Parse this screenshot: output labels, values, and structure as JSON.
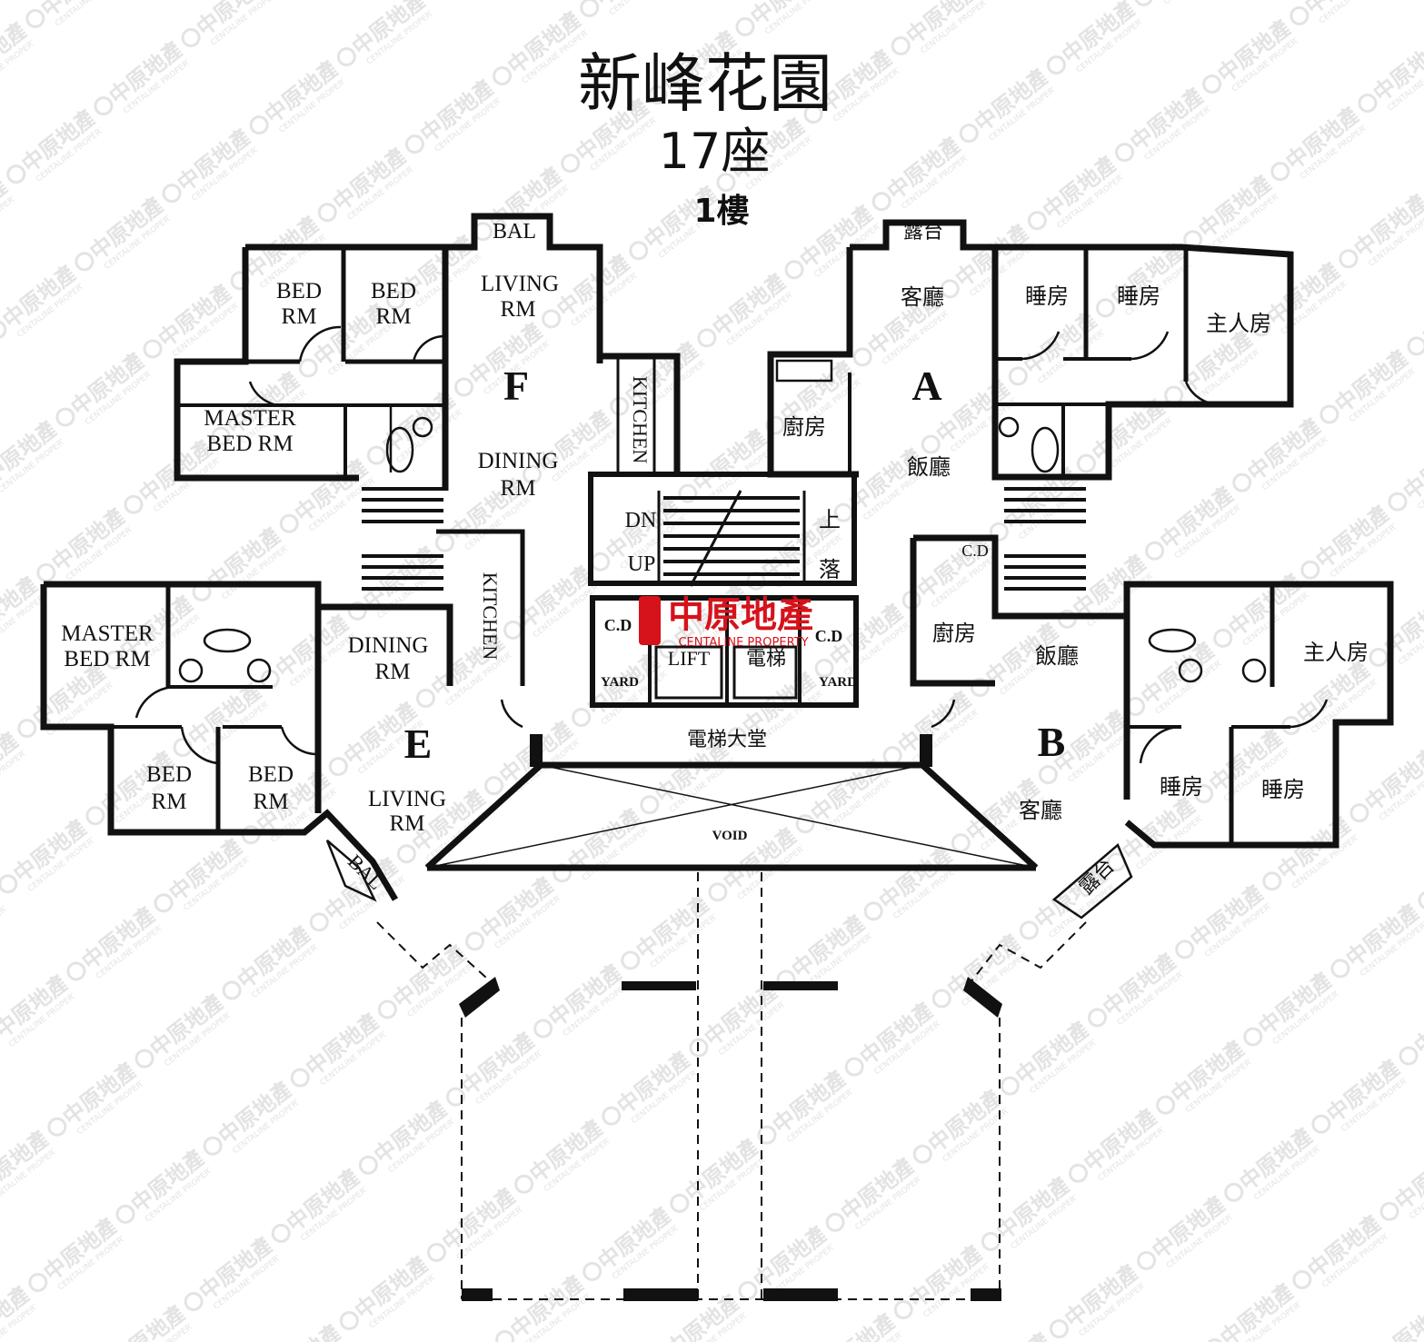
{
  "header": {
    "estate_name": "新峰花園",
    "block": "17座",
    "floor": "1樓"
  },
  "units": {
    "F": {
      "letter": "F",
      "balcony": "BAL",
      "living": [
        "LIVING",
        "RM"
      ],
      "dining": [
        "DINING",
        "RM"
      ],
      "kitchen": "KITCHEN",
      "master": [
        "MASTER",
        "BED RM"
      ],
      "bed1": [
        "BED",
        "RM"
      ],
      "bed2": [
        "BED",
        "RM"
      ]
    },
    "A": {
      "letter": "A",
      "balcony": "露台",
      "living": "客廳",
      "dining": "飯廳",
      "kitchen": "廚房",
      "master": "主人房",
      "bed1": "睡房",
      "bed2": "睡房"
    },
    "E": {
      "letter": "E",
      "balcony": "BAL",
      "living": [
        "LIVING",
        "RM"
      ],
      "dining": [
        "DINING",
        "RM"
      ],
      "kitchen": "KITCHEN",
      "master": [
        "MASTER",
        "BED RM"
      ],
      "bed1": [
        "BED",
        "RM"
      ],
      "bed2": [
        "BED",
        "RM"
      ]
    },
    "B": {
      "letter": "B",
      "balcony": "露台",
      "living": "客廳",
      "dining": "飯廳",
      "kitchen": "廚房",
      "master": "主人房",
      "bed1": "睡房",
      "bed2": "睡房"
    }
  },
  "core": {
    "stair_down": "DN",
    "stair_up": "UP",
    "stair_up_cn": "上",
    "stair_down_cn": "落",
    "lift_en": "LIFT",
    "lift_cn": "電梯",
    "yard_left": "YARD",
    "yard_right": "YARD",
    "cd_left": "C.D",
    "cd_right": "C.D",
    "cd_unit_a": "C.D",
    "lift_lobby": "電梯大堂",
    "void": "VOID"
  },
  "watermark": {
    "logo_cn": "中原地產",
    "logo_en": "CENTALINE PROPERTY",
    "color": "#d6121b",
    "tile_color": "#dcdcdc"
  }
}
